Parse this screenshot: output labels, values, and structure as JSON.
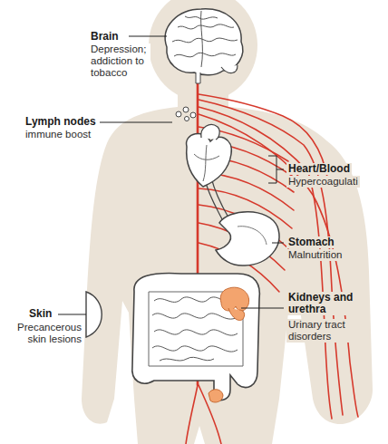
{
  "diagram": {
    "labels": [
      "Brain",
      "Depression; addiction to tobacco",
      "Lymph nodes",
      "immune boost",
      "Heart/Blood",
      "Hypercoagulati",
      "Stomach",
      "Malnutrition",
      "Skin",
      "Precancerous skin lesions",
      "Kidneys and urethra",
      "Urinary tract disorders"
    ]
  }
}
